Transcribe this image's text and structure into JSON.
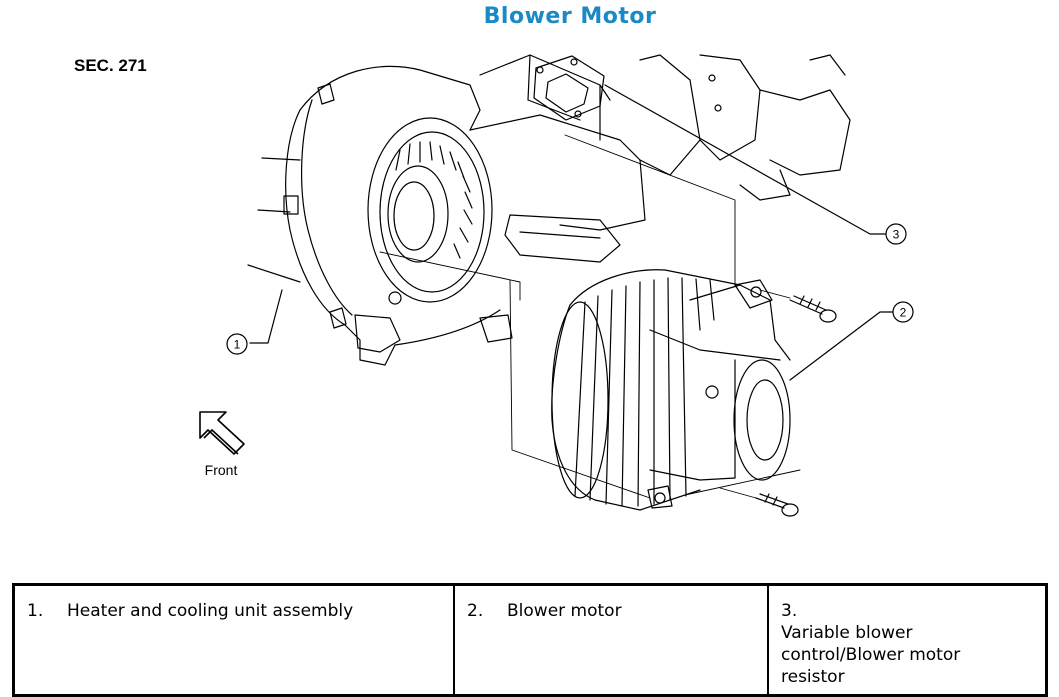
{
  "title": "Blower Motor",
  "section": "SEC. 271",
  "front_label": "Front",
  "callouts": [
    "1",
    "2",
    "3"
  ],
  "legend": [
    {
      "num": "1.",
      "text": "Heater and cooling unit assembly"
    },
    {
      "num": "2.",
      "text": "Blower motor"
    },
    {
      "num": "3.",
      "text": "Variable blower control/Blower motor resistor"
    }
  ],
  "colors": {
    "title": "#1a8ac6",
    "line": "#000000"
  }
}
